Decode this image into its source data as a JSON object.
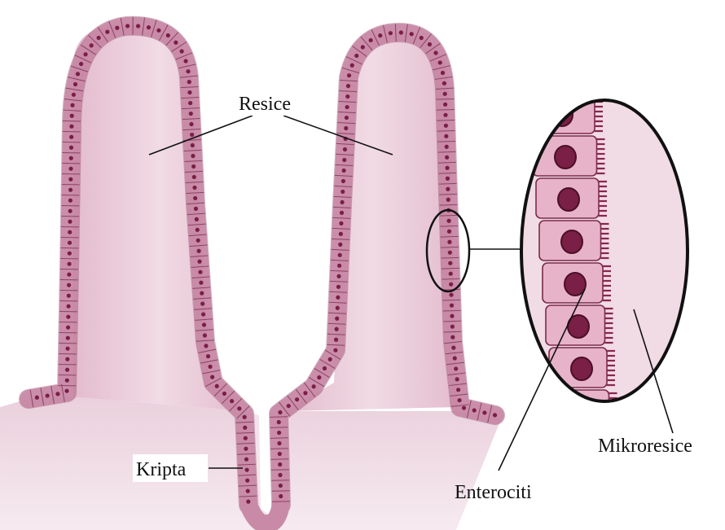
{
  "figure": {
    "labels": {
      "resice": "Resice",
      "kripta": "Kripta",
      "enterociti": "Enterociti",
      "mikroresice": "Mikroresice"
    },
    "colors": {
      "tissue": "#e9c9d6",
      "tissue_light": "#f4e3ea",
      "cell_fill": "#e7b3c8",
      "cell_outline": "#7a2a4a",
      "nucleus": "#7a1f45",
      "microvilli": "#8a2550",
      "ink": "#111111"
    }
  }
}
